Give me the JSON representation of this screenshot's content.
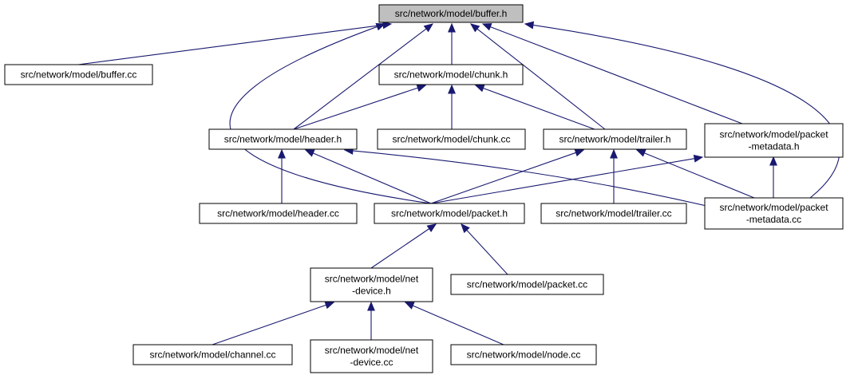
{
  "diagram": {
    "nodes": [
      {
        "id": "buffer_h",
        "lines": [
          "src/network/model/buffer.h"
        ],
        "root": true
      },
      {
        "id": "buffer_cc",
        "lines": [
          "src/network/model/buffer.cc"
        ]
      },
      {
        "id": "chunk_h",
        "lines": [
          "src/network/model/chunk.h"
        ]
      },
      {
        "id": "header_h",
        "lines": [
          "src/network/model/header.h"
        ]
      },
      {
        "id": "chunk_cc",
        "lines": [
          "src/network/model/chunk.cc"
        ]
      },
      {
        "id": "trailer_h",
        "lines": [
          "src/network/model/trailer.h"
        ]
      },
      {
        "id": "pktmeta_h",
        "lines": [
          "src/network/model/packet",
          "-metadata.h"
        ]
      },
      {
        "id": "header_cc",
        "lines": [
          "src/network/model/header.cc"
        ]
      },
      {
        "id": "packet_h",
        "lines": [
          "src/network/model/packet.h"
        ]
      },
      {
        "id": "trailer_cc",
        "lines": [
          "src/network/model/trailer.cc"
        ]
      },
      {
        "id": "pktmeta_cc",
        "lines": [
          "src/network/model/packet",
          "-metadata.cc"
        ]
      },
      {
        "id": "netdev_h",
        "lines": [
          "src/network/model/net",
          "-device.h"
        ]
      },
      {
        "id": "packet_cc",
        "lines": [
          "src/network/model/packet.cc"
        ]
      },
      {
        "id": "channel_cc",
        "lines": [
          "src/network/model/channel.cc"
        ]
      },
      {
        "id": "netdev_cc",
        "lines": [
          "src/network/model/net",
          "-device.cc"
        ]
      },
      {
        "id": "node_cc",
        "lines": [
          "src/network/model/node.cc"
        ]
      }
    ],
    "edges": [
      {
        "from": "buffer_cc",
        "to": "buffer_h"
      },
      {
        "from": "chunk_h",
        "to": "buffer_h"
      },
      {
        "from": "header_h",
        "to": "buffer_h"
      },
      {
        "from": "trailer_h",
        "to": "buffer_h"
      },
      {
        "from": "pktmeta_h",
        "to": "buffer_h"
      },
      {
        "from": "packet_h",
        "to": "buffer_h"
      },
      {
        "from": "pktmeta_cc",
        "to": "buffer_h"
      },
      {
        "from": "header_h",
        "to": "chunk_h"
      },
      {
        "from": "chunk_cc",
        "to": "chunk_h"
      },
      {
        "from": "trailer_h",
        "to": "chunk_h"
      },
      {
        "from": "header_cc",
        "to": "header_h"
      },
      {
        "from": "packet_h",
        "to": "header_h"
      },
      {
        "from": "pktmeta_cc",
        "to": "header_h"
      },
      {
        "from": "packet_h",
        "to": "trailer_h"
      },
      {
        "from": "trailer_cc",
        "to": "trailer_h"
      },
      {
        "from": "pktmeta_cc",
        "to": "trailer_h"
      },
      {
        "from": "packet_h",
        "to": "pktmeta_h"
      },
      {
        "from": "pktmeta_cc",
        "to": "pktmeta_h"
      },
      {
        "from": "netdev_h",
        "to": "packet_h"
      },
      {
        "from": "packet_cc",
        "to": "packet_h"
      },
      {
        "from": "channel_cc",
        "to": "netdev_h"
      },
      {
        "from": "netdev_cc",
        "to": "netdev_h"
      },
      {
        "from": "node_cc",
        "to": "netdev_h"
      }
    ]
  }
}
